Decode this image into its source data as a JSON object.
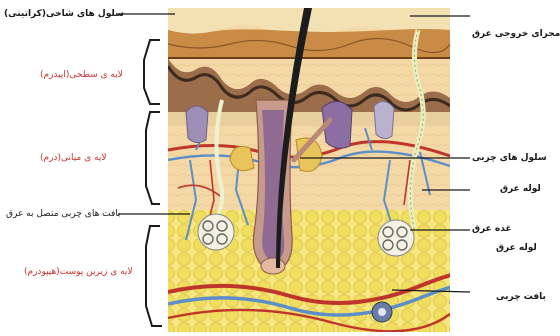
{
  "labels": {
    "keratin": "سلول های شاخی(کراتینی)",
    "epidermis": "لایه ی سطحی(اپیدرم)",
    "dermis": "لایه ی میانی(درم)",
    "fat_link": "بافت های چربی متصل به عرق",
    "hypodermis": "لایه ی زیرین پوست(هیپودرم)",
    "sweat_outlet": "مجرای خروجی عرق",
    "sebaceous": "سلول های چربی",
    "sweat_duct": "لوله عرق",
    "sweat_gland": "غده عرق",
    "sweat_tube2": "لوله عرق",
    "fat_tissue": "بافت چربی"
  },
  "colors": {
    "label_red": "#c8322f",
    "label_dark": "#1a1a1a",
    "skin_top": "#f3e1b4",
    "epidermis_band": "#b8742f",
    "dermis": "#f4d9a6",
    "fat": "#f1e06a",
    "vessel_red": "#c0352b",
    "vessel_blue": "#5c8ec9",
    "hair": "#1c1c1c"
  }
}
